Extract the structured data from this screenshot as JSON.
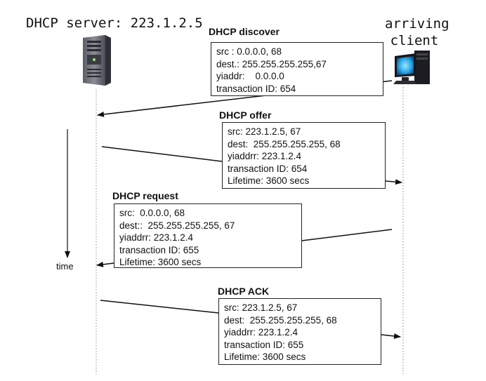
{
  "server": {
    "title": "DHCP server: 223.1.2.5"
  },
  "client": {
    "title_line1": "arriving",
    "title_line2": "client"
  },
  "time_label": "time",
  "messages": [
    {
      "title": "DHCP discover",
      "lines": [
        "src : 0.0.0.0, 68",
        "dest.: 255.255.255.255,67",
        "yiaddr:    0.0.0.0",
        "transaction ID: 654"
      ]
    },
    {
      "title": "DHCP offer",
      "lines": [
        "src: 223.1.2.5, 67",
        "dest:  255.255.255.255, 68",
        "yiaddrr: 223.1.2.4",
        "transaction ID: 654",
        "Lifetime: 3600 secs"
      ]
    },
    {
      "title": "DHCP request",
      "lines": [
        "src:  0.0.0.0, 68",
        "dest::  255.255.255.255, 67",
        "yiaddrr: 223.1.2.4",
        "transaction ID: 655",
        "Lifetime: 3600 secs"
      ]
    },
    {
      "title": "DHCP ACK",
      "lines": [
        "src: 223.1.2.5, 67",
        "dest:  255.255.255.255, 68",
        "yiaddrr: 223.1.2.4",
        "transaction ID: 655",
        "Lifetime: 3600 secs"
      ]
    }
  ],
  "icons": {
    "server": "server-tower-icon",
    "client": "desktop-computer-icon"
  },
  "colors": {
    "line": "#111111",
    "dotted": "#888888",
    "client_glow": "#2aa8e8"
  }
}
